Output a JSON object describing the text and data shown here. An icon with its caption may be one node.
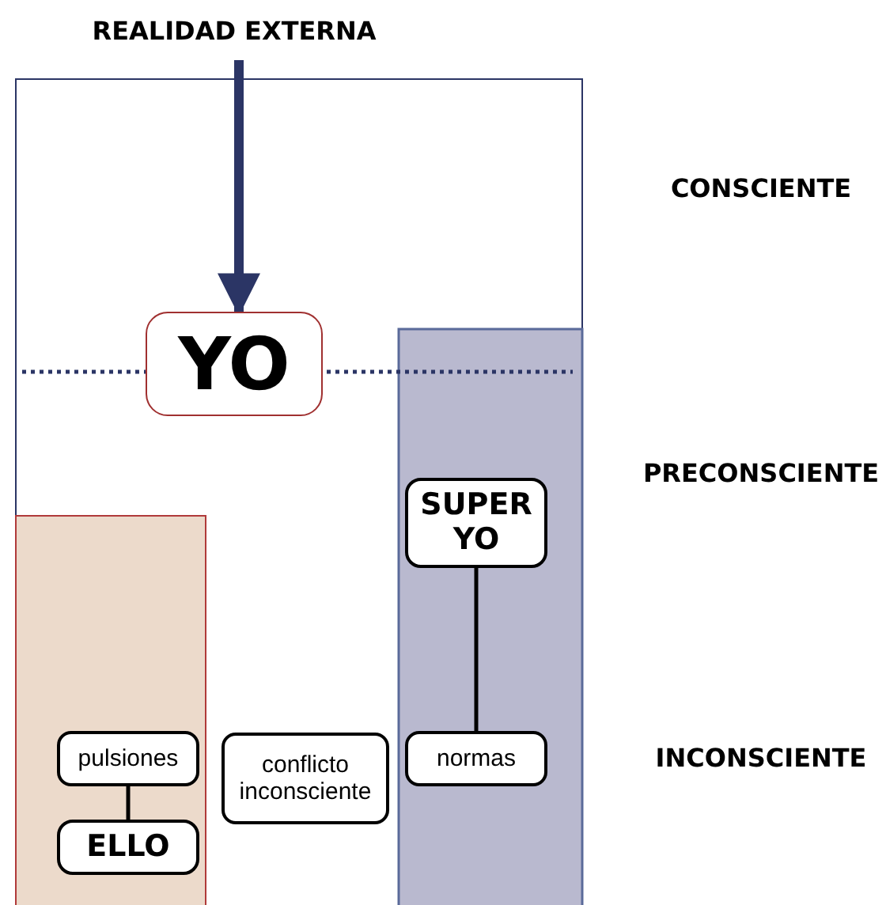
{
  "diagram": {
    "nodes": [
      {
        "text": [
          "REALIDAD EXTERNA"
        ]
      },
      {
        "text": [
          "YO"
        ]
      },
      {
        "text": [
          "SUPER YO"
        ]
      },
      {
        "text": [
          "pulsiones"
        ]
      },
      {
        "text": [
          "conflicto inconsciente"
        ]
      },
      {
        "text": [
          "normas"
        ]
      },
      {
        "text": [
          "ELLO"
        ]
      }
    ],
    "edges": [
      {
        "from": 0,
        "to": 1,
        "arrow": "to",
        "style": "thick",
        "color": "#2b3565"
      },
      {
        "from": 2,
        "to": 5,
        "arrow": "none"
      },
      {
        "from": 3,
        "to": 6,
        "arrow": "none"
      }
    ],
    "labels": [
      "CONSCIENTE",
      "PRECONSCIENTE",
      "INCONSCIENTE"
    ]
  }
}
